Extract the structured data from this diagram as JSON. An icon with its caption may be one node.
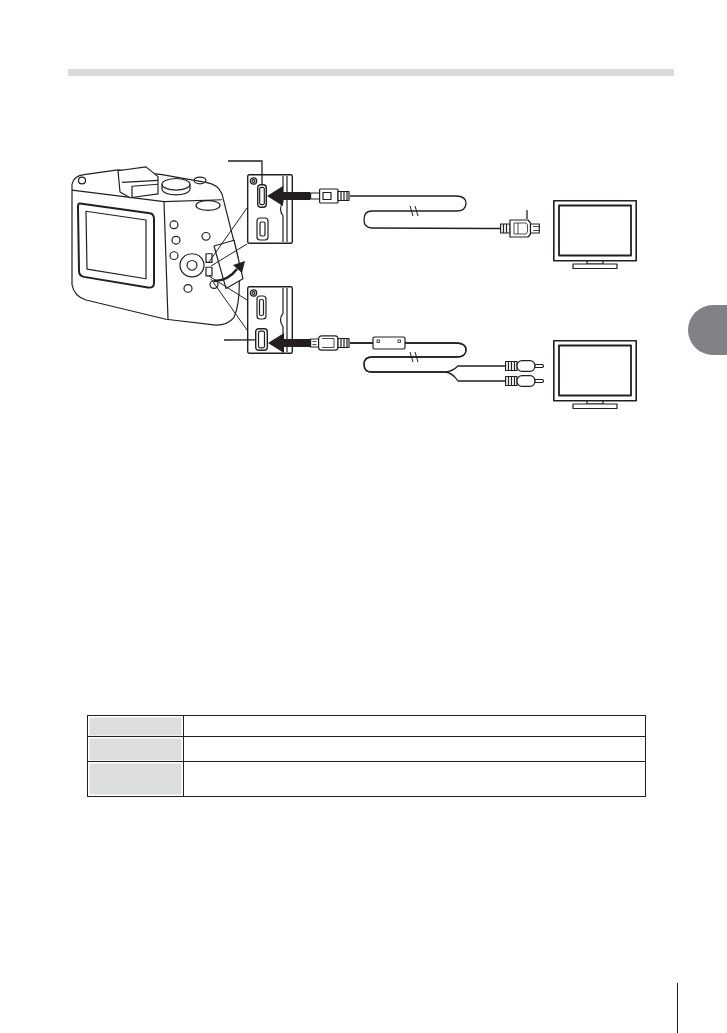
{
  "diagram": {
    "nodes": [
      {
        "text": [],
        "shape": "picture"
      },
      {
        "text": [],
        "shape": "picture"
      },
      {
        "text": [],
        "shape": "box",
        "in": 1
      },
      {
        "text": [],
        "shape": "picture"
      },
      {
        "text": [],
        "shape": "picture"
      },
      {
        "text": [],
        "shape": "picture"
      },
      {
        "text": [],
        "shape": "picture"
      },
      {
        "text": [],
        "shape": "box",
        "in": 6
      },
      {
        "text": [],
        "shape": "picture"
      },
      {
        "text": [],
        "shape": "picture"
      },
      {
        "text": [],
        "shape": "picture"
      },
      {
        "text": [],
        "shape": "picture"
      }
    ],
    "edges": [
      {
        "from": null,
        "to": 2,
        "arrow": "none"
      },
      {
        "from": 3,
        "to": 2,
        "arrow": "to",
        "style": "thick"
      },
      {
        "from": 3,
        "to": 4,
        "arrow": "none"
      },
      {
        "from": null,
        "to": 4,
        "arrow": "none"
      },
      {
        "from": null,
        "to": 7,
        "arrow": "none"
      },
      {
        "from": 8,
        "to": 7,
        "arrow": "to",
        "style": "thick"
      },
      {
        "from": 8,
        "to": 9,
        "arrow": "none"
      },
      {
        "from": 8,
        "to": 10,
        "arrow": "none"
      },
      {
        "from": 0,
        "to": 1,
        "arrow": "none"
      },
      {
        "from": 0,
        "to": 6,
        "arrow": "none"
      }
    ]
  }
}
